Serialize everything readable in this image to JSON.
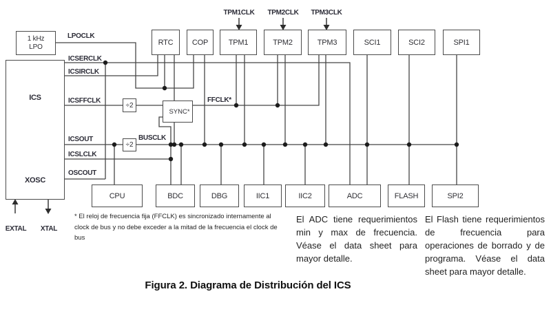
{
  "diagram": {
    "clock_inputs": [
      "TPM1CLK",
      "TPM2CLK",
      "TPM3CLK"
    ],
    "lpo_box": {
      "line1": "1 kHz",
      "line2": "LPO"
    },
    "ics_box": {
      "label": "ICS",
      "sub_label": "XOSC"
    },
    "top_row": [
      "RTC",
      "COP",
      "TPM1",
      "TPM2",
      "TPM3",
      "SCI1",
      "SCI2",
      "SPI1"
    ],
    "bottom_row": [
      "CPU",
      "BDC",
      "DBG",
      "IIC1",
      "IIC2",
      "ADC",
      "FLASH",
      "SPI2"
    ],
    "signal_labels": {
      "lpoclk": "LPOCLK",
      "icserclk": "ICSERCLK",
      "icsirclk": "ICSIRCLK",
      "icsffclk": "ICSFFCLK",
      "icsout": "ICSOUT",
      "icslclk": "ICSLCLK",
      "oscout": "OSCOUT",
      "busclk": "BUSCLK",
      "ffclk": "FFCLK*"
    },
    "blocks": {
      "div2_upper": "÷2",
      "div2_lower": "÷2",
      "sync": "SYNC*"
    },
    "osc_pins": {
      "extal": "EXTAL",
      "xtal": "XTAL"
    }
  },
  "notes": {
    "footnote": "* El reloj de frecuencia fija (FFCLK) es sincronizado internamente al clock de bus y no debe exceder a la mitad de la frecuencia el clock de bus",
    "adc": "El ADC tiene requerimientos min y max de frecuencia. Véase el data sheet para mayor detalle.",
    "flash": "El Flash tiene requerimientos de frecuencia para operaciones de borrado y de programa. Véase el data sheet para mayor detalle."
  },
  "caption": "Figura 2. Diagrama de Distribución del ICS",
  "colors": {
    "line": "#454545",
    "text": "#2b2b36",
    "notes_text": "#1f1f1f",
    "background": "#ffffff"
  }
}
